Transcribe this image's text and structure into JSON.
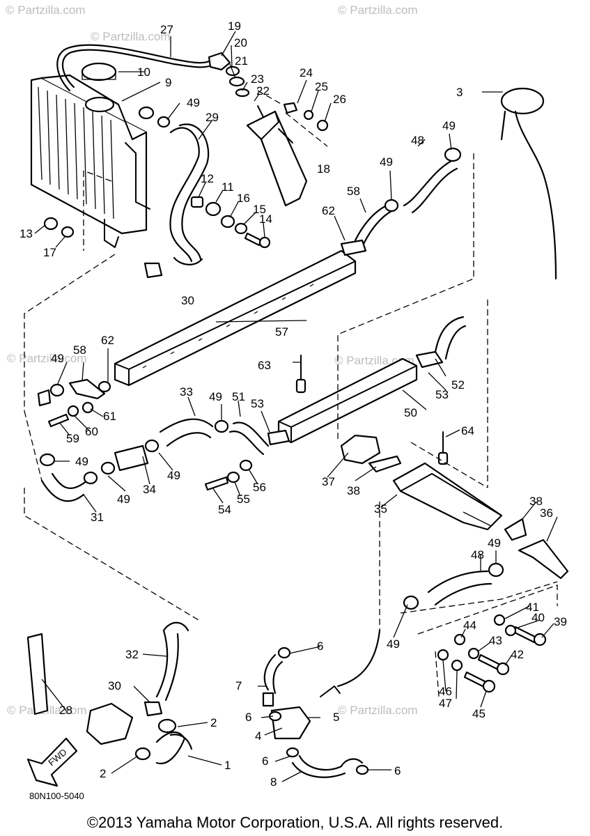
{
  "watermark": "© Partzilla.com",
  "diagram_code": "80N100-5040",
  "fwd_label": "FWD",
  "copyright": "©2013 Yamaha Motor Corporation, U.S.A. All rights reserved.",
  "callouts": [
    "1",
    "2",
    "3",
    "4",
    "5",
    "6",
    "7",
    "8",
    "9",
    "10",
    "11",
    "12",
    "13",
    "14",
    "15",
    "16",
    "17",
    "18",
    "19",
    "20",
    "21",
    "22",
    "23",
    "24",
    "25",
    "26",
    "27",
    "28",
    "29",
    "30",
    "31",
    "32",
    "33",
    "34",
    "35",
    "36",
    "37",
    "38",
    "39",
    "40",
    "41",
    "42",
    "43",
    "44",
    "45",
    "46",
    "47",
    "48",
    "49",
    "50",
    "51",
    "52",
    "53",
    "54",
    "55",
    "56",
    "57",
    "58",
    "59",
    "60",
    "61",
    "62",
    "63",
    "64"
  ]
}
